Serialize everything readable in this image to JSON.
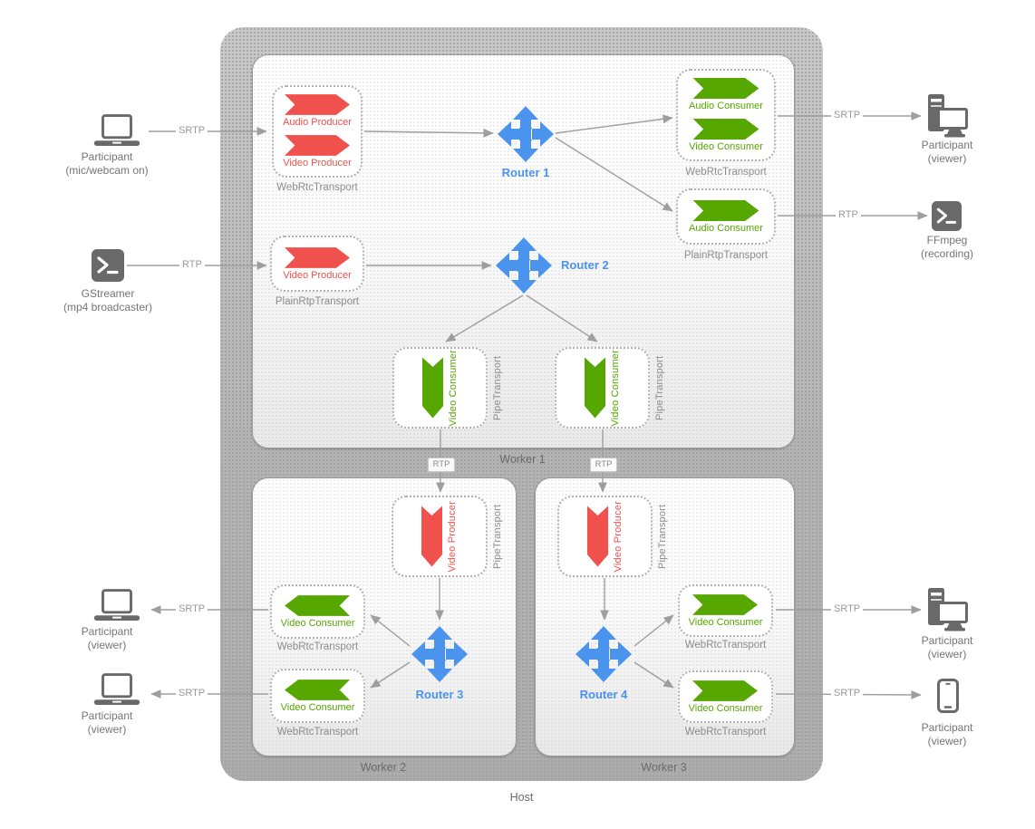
{
  "colors": {
    "producer_red": "#f1514d",
    "consumer_green": "#56a700",
    "router_blue": "#4a94ee",
    "line_gray": "#9e9e9e"
  },
  "host": {
    "label": "Host"
  },
  "workers": {
    "worker1": "Worker 1",
    "worker2": "Worker 2",
    "worker3": "Worker 3"
  },
  "routers": {
    "router1": "Router 1",
    "router2": "Router 2",
    "router3": "Router 3",
    "router4": "Router 4"
  },
  "transports": {
    "webrtc": "WebRtcTransport",
    "plain_rtp": "PlainRtpTransport",
    "pipe": "PipeTransport"
  },
  "media": {
    "audio_producer": "Audio Producer",
    "video_producer": "Video Producer",
    "audio_consumer": "Audio Consumer",
    "video_consumer": "Video Consumer"
  },
  "edge_labels": {
    "srtp": "SRTP",
    "rtp": "RTP"
  },
  "externals": {
    "participant_publisher": {
      "line1": "Participant",
      "line2": "(mic/webcam on)"
    },
    "gstreamer": {
      "line1": "GStreamer",
      "line2": "(mp4 broadcaster)"
    },
    "participant_viewer": {
      "line1": "Participant",
      "line2": "(viewer)"
    },
    "ffmpeg": {
      "line1": "FFmpeg",
      "line2": "(recording)"
    }
  }
}
